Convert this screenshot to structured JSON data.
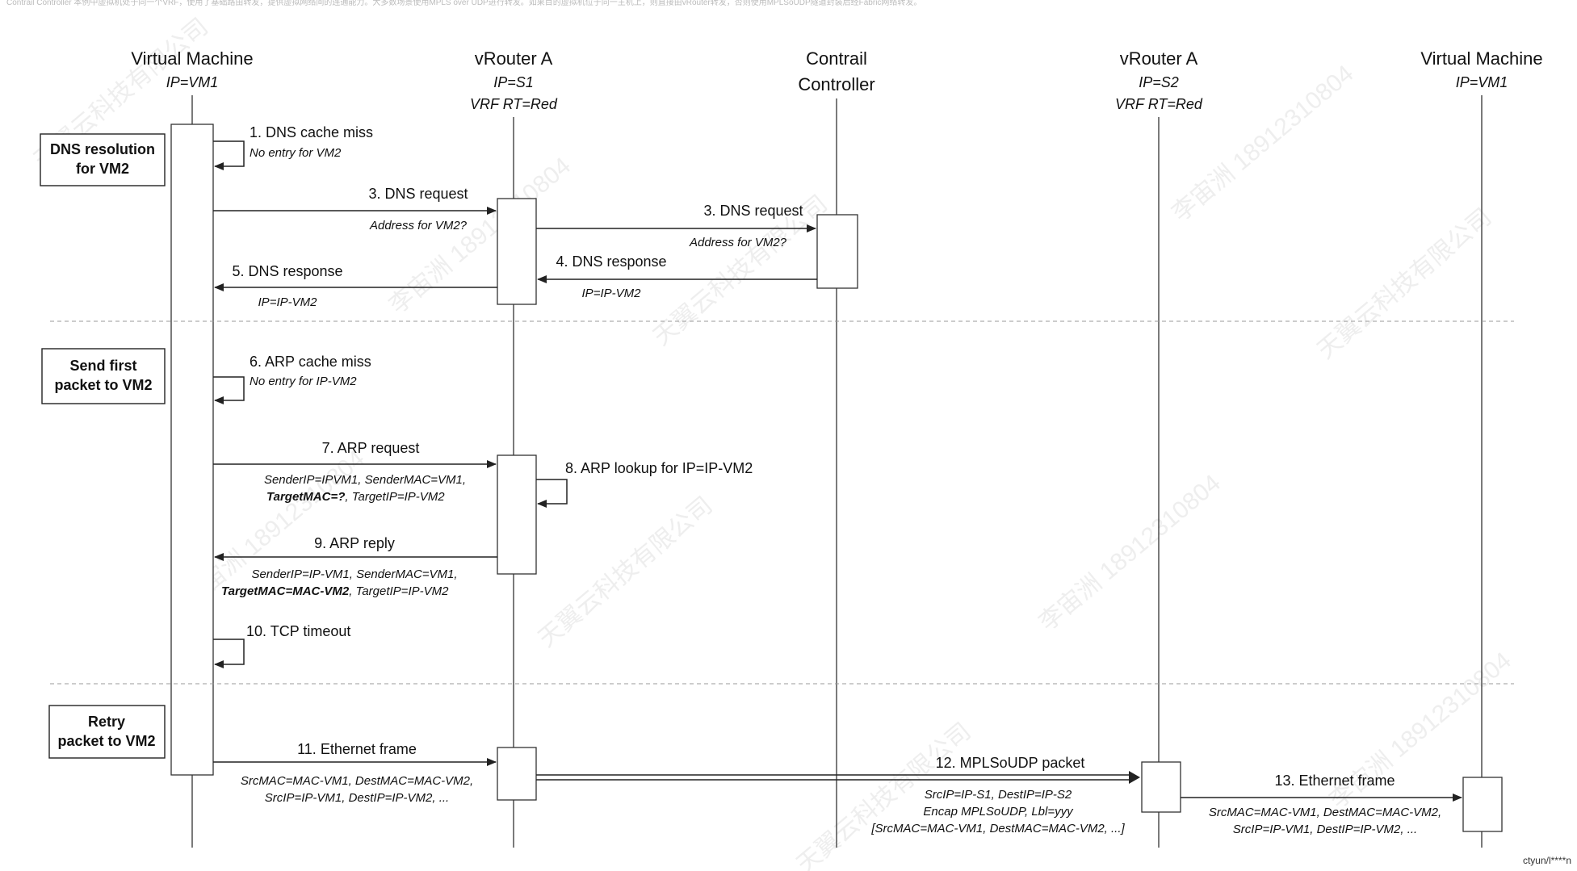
{
  "top_text": "Contrail Controller 本例中虚拟机处于同一个VRF，使用了基础路由转发，提供虚拟网络间的连通能力。大多数场景使用MPLS over UDP进行转发。如果目的虚拟机位于同一主机上，则直接由vRouter转发，否则使用MPLSoUDP隧道封装后经Fabric网络转发。",
  "lifelines": [
    {
      "name": "Virtual Machine",
      "sub1": "IP=VM1",
      "sub2": ""
    },
    {
      "name": "vRouter A",
      "sub1": "IP=S1",
      "sub2": "VRF RT=Red"
    },
    {
      "name": "Contrail",
      "name2": "Controller",
      "sub1": "",
      "sub2": ""
    },
    {
      "name": "vRouter A",
      "sub1": "IP=S2",
      "sub2": "VRF RT=Red"
    },
    {
      "name": "Virtual Machine",
      "sub1": "IP=VM1",
      "sub2": ""
    }
  ],
  "phases": [
    {
      "line1": "DNS resolution",
      "line2": "for VM2"
    },
    {
      "line1": "Send first",
      "line2": "packet to VM2"
    },
    {
      "line1": "Retry",
      "line2": "packet to VM2"
    }
  ],
  "messages": {
    "m1": {
      "label": "1. DNS cache miss",
      "sub": "No entry for VM2"
    },
    "m3a": {
      "label": "3. DNS request",
      "sub": "Address for VM2?"
    },
    "m3b": {
      "label": "3. DNS request",
      "sub": "Address for VM2?"
    },
    "m4": {
      "label": "4. DNS response",
      "sub": "IP=IP-VM2"
    },
    "m5": {
      "label": "5. DNS response",
      "sub": "IP=IP-VM2"
    },
    "m6": {
      "label": "6. ARP cache miss",
      "sub": "No entry for IP-VM2"
    },
    "m7": {
      "label": "7. ARP request",
      "sub1": "SenderIP=IPVM1, SenderMAC=VM1,",
      "sub2_bold": "TargetMAC=?",
      "sub2_rest": ", TargetIP=IP-VM2"
    },
    "m8": {
      "label": "8. ARP lookup for IP=IP-VM2"
    },
    "m9": {
      "label": "9. ARP reply",
      "sub1": "SenderIP=IP-VM1, SenderMAC=VM1,",
      "sub2_bold": "TargetMAC=MAC-VM2",
      "sub2_rest": ", TargetIP=IP-VM2"
    },
    "m10": {
      "label": "10. TCP timeout"
    },
    "m11": {
      "label": "11. Ethernet frame",
      "sub1": "SrcMAC=MAC-VM1, DestMAC=MAC-VM2,",
      "sub2": "SrcIP=IP-VM1, DestIP=IP-VM2, ..."
    },
    "m12": {
      "label": "12. MPLSoUDP packet",
      "sub1": "SrcIP=IP-S1, DestIP=IP-S2",
      "sub2": "Encap MPLSoUDP, Lbl=yyy",
      "sub3": "[SrcMAC=MAC-VM1, DestMAC=MAC-VM2, ...]"
    },
    "m13": {
      "label": "13. Ethernet frame",
      "sub1": "SrcMAC=MAC-VM1, DestMAC=MAC-VM2,",
      "sub2": "SrcIP=IP-VM1, DestIP=IP-VM2, ..."
    }
  },
  "watermark": {
    "line1": "天翼云科技有限公司",
    "line2": "李宙洲 18912310804"
  },
  "footer": "ctyun/l****n"
}
